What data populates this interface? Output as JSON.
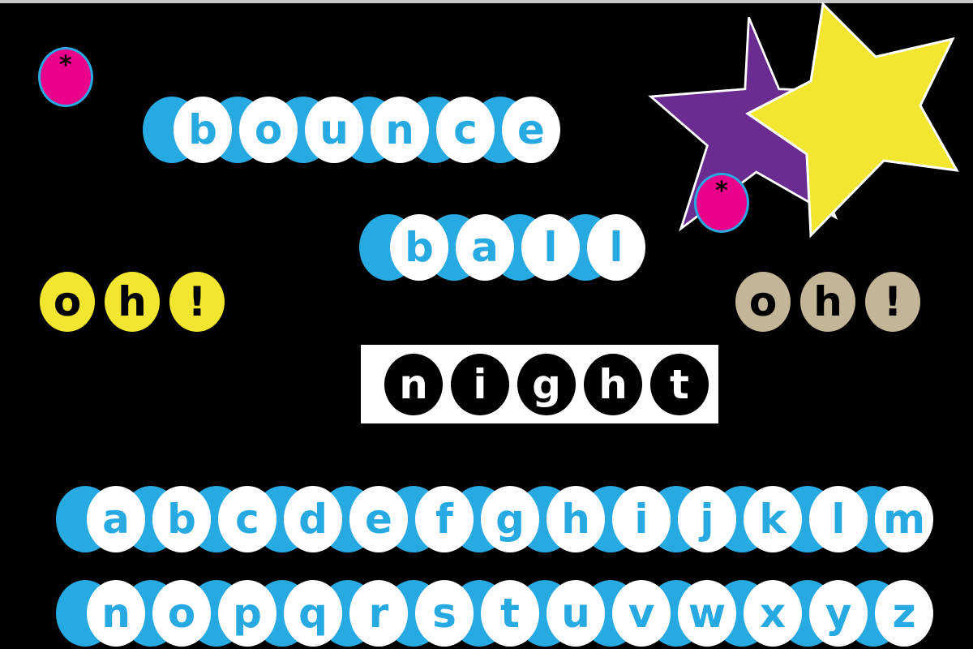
{
  "words": {
    "bounce": [
      "b",
      "o",
      "u",
      "n",
      "c",
      "e"
    ],
    "ball": [
      "b",
      "a",
      "l",
      "l"
    ],
    "oh_left": [
      "o",
      "h",
      "!"
    ],
    "oh_right": [
      "o",
      "h",
      "!"
    ],
    "night": [
      "n",
      "i",
      "g",
      "h",
      "t"
    ]
  },
  "alphabet": {
    "row1": [
      "a",
      "b",
      "c",
      "d",
      "e",
      "f",
      "g",
      "h",
      "i",
      "j",
      "k",
      "l",
      "m"
    ],
    "row2": [
      "n",
      "o",
      "p",
      "q",
      "r",
      "s",
      "t",
      "u",
      "v",
      "w",
      "x",
      "y",
      "z"
    ]
  },
  "berry_mark": "*",
  "colors": {
    "background": "#000000",
    "blue": "#27a9e1",
    "pink": "#ea008b",
    "yellow": "#f2e630",
    "tan": "#c3b598",
    "purple": "#6a2c91"
  }
}
